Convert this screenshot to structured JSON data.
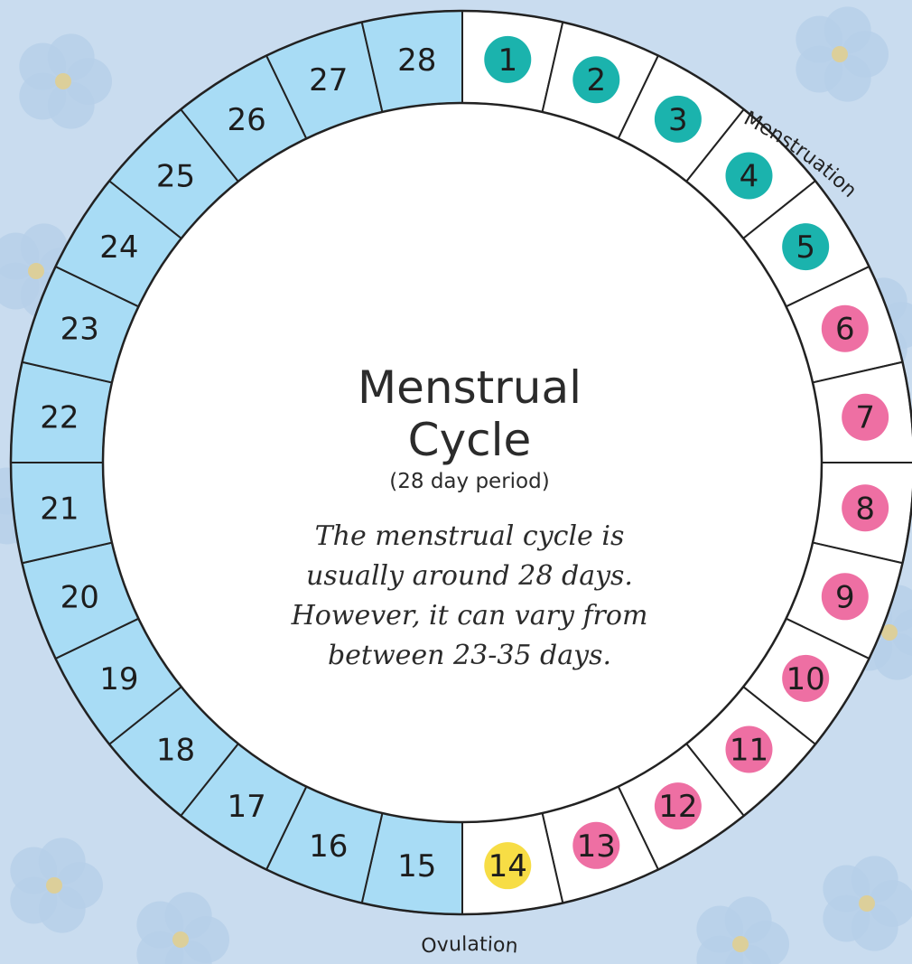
{
  "diagram": {
    "title_lines": [
      "Menstrual",
      "Cycle"
    ],
    "subtitle": "(28 day period)",
    "description_lines": [
      "The menstrual cycle is",
      "usually around 28 days.",
      "However, it can vary from",
      "between 23-35 days."
    ],
    "labels": {
      "menstruation": "Menstruation",
      "ovulation": "Ovulation"
    },
    "days": [
      {
        "day": "1",
        "phase": "menstruation"
      },
      {
        "day": "2",
        "phase": "menstruation"
      },
      {
        "day": "3",
        "phase": "menstruation"
      },
      {
        "day": "4",
        "phase": "menstruation"
      },
      {
        "day": "5",
        "phase": "menstruation"
      },
      {
        "day": "6",
        "phase": "fertile"
      },
      {
        "day": "7",
        "phase": "fertile"
      },
      {
        "day": "8",
        "phase": "fertile"
      },
      {
        "day": "9",
        "phase": "fertile"
      },
      {
        "day": "10",
        "phase": "fertile"
      },
      {
        "day": "11",
        "phase": "fertile"
      },
      {
        "day": "12",
        "phase": "fertile"
      },
      {
        "day": "13",
        "phase": "fertile"
      },
      {
        "day": "14",
        "phase": "ovulation"
      },
      {
        "day": "15",
        "phase": "luteal"
      },
      {
        "day": "16",
        "phase": "luteal"
      },
      {
        "day": "17",
        "phase": "luteal"
      },
      {
        "day": "18",
        "phase": "luteal"
      },
      {
        "day": "19",
        "phase": "luteal"
      },
      {
        "day": "20",
        "phase": "luteal"
      },
      {
        "day": "21",
        "phase": "luteal"
      },
      {
        "day": "22",
        "phase": "luteal"
      },
      {
        "day": "23",
        "phase": "luteal"
      },
      {
        "day": "24",
        "phase": "luteal"
      },
      {
        "day": "25",
        "phase": "luteal"
      },
      {
        "day": "26",
        "phase": "luteal"
      },
      {
        "day": "27",
        "phase": "luteal"
      },
      {
        "day": "28",
        "phase": "luteal"
      }
    ],
    "colors": {
      "menstruation_dot": "#1bb3ad",
      "fertile_dot": "#ee6fa3",
      "ovulation_dot": "#f7dd45",
      "luteal_segment": "#a8dcf5",
      "plain_segment": "#ffffff",
      "outline": "#222222",
      "background": "#c9dcef"
    }
  }
}
